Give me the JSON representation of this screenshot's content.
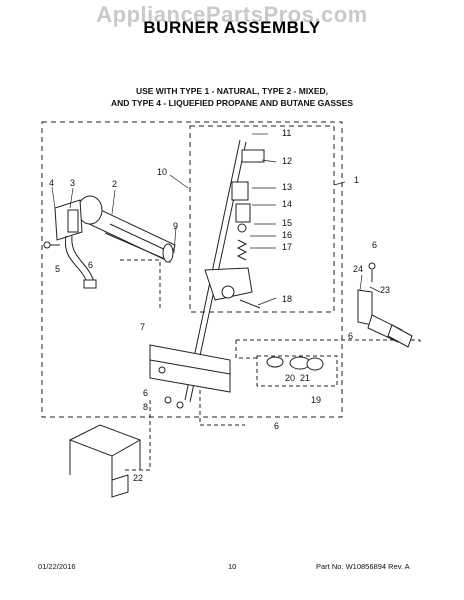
{
  "watermark": "AppliancePartsPros.com",
  "title": "BURNER ASSEMBLY",
  "subtitle_line1": "USE WITH TYPE 1 - NATURAL, TYPE 2 - MIXED,",
  "subtitle_line2": "AND TYPE 4 - LIQUEFIED PROPANE AND BUTANE GASSES",
  "footer": {
    "date": "01/22/2016",
    "page": "10",
    "part_no": "Part No.  W10856894  Rev. A"
  },
  "callouts": [
    "1",
    "2",
    "3",
    "4",
    "5",
    "6",
    "6",
    "6",
    "6",
    "6",
    "7",
    "8",
    "9",
    "10",
    "11",
    "12",
    "13",
    "14",
    "15",
    "16",
    "17",
    "18",
    "19",
    "20",
    "21",
    "22",
    "23",
    "24"
  ]
}
